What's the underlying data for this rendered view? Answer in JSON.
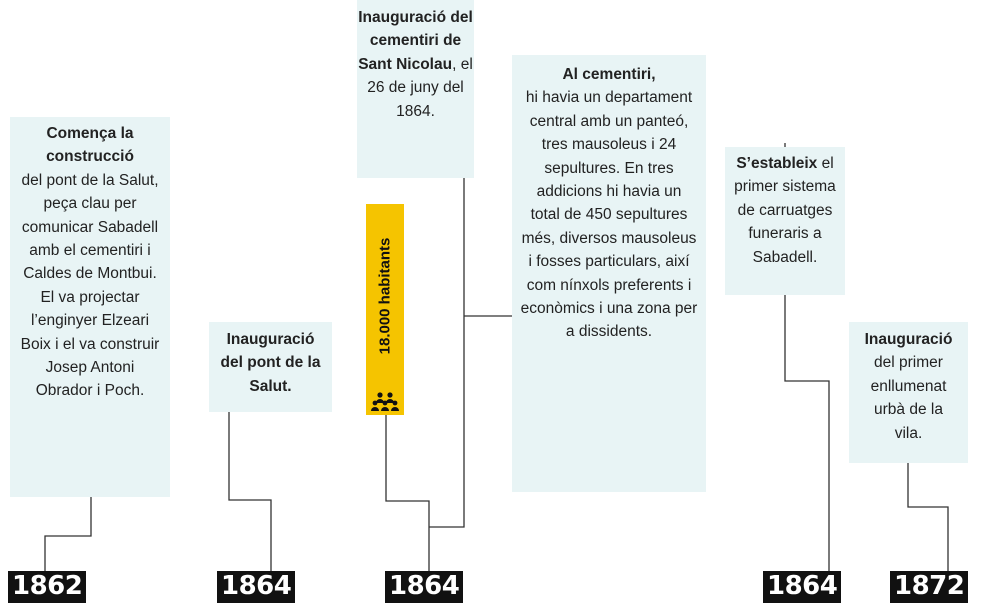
{
  "events": [
    {
      "lead": "Comença la construcció",
      "text": "del pont de la Salut, peça clau per comunicar Sabadell amb el cementiri i Caldes de Montbui. El va projectar l’enginyer Elzeari Boix i el va construir Josep Antoni Obrador i Poch.",
      "year": "1862"
    },
    {
      "lead": "Inauguració del pont de la Salut.",
      "text": "",
      "year": "1864"
    },
    {
      "lead": "Inauguració del cementiri de Sant Nicolau",
      "text": ", el 26 de juny del 1864.",
      "year": "1864"
    },
    {
      "lead": "Al cementiri,",
      "text": "hi havia un departament central amb un panteó, tres mausoleus i 24 sepultures. En tres addicions hi havia un total de 450 sepultures més, diversos mausoleus i fosses particulars, així com nínxols preferents i econòmics i una zona per a dissidents."
    },
    {
      "lead": "S’estableix",
      "text": " el primer sistema de carruatges funeraris a Sabadell.",
      "year": "1864"
    },
    {
      "lead": "Inauguració",
      "text": "del primer enllumenat urbà de la vila.",
      "year": "1872"
    }
  ],
  "population": {
    "label": "18.000 habitants",
    "icon": "people-icon"
  },
  "colors": {
    "box": "#e8f4f5",
    "yellow": "#f5c400",
    "year_bg": "#111111",
    "line": "#333333"
  }
}
